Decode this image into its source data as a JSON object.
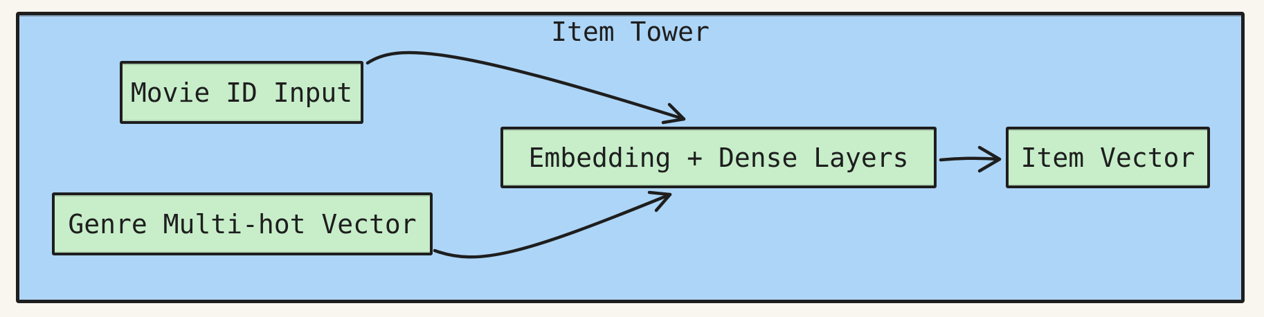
{
  "diagram": {
    "title": "Item Tower",
    "nodes": [
      {
        "id": "movie-id-input",
        "label": "Movie ID Input"
      },
      {
        "id": "genre-multi-hot-vector",
        "label": "Genre Multi-hot Vector"
      },
      {
        "id": "embedding-dense-layers",
        "label": "Embedding + Dense Layers"
      },
      {
        "id": "item-vector",
        "label": "Item Vector"
      }
    ],
    "edges": [
      {
        "from": "Movie ID Input",
        "to": "Embedding + Dense Layers"
      },
      {
        "from": "Genre Multi-hot Vector",
        "to": "Embedding + Dense Layers"
      },
      {
        "from": "Embedding + Dense Layers",
        "to": "Item Vector"
      }
    ],
    "colors": {
      "canvas_background": "#f9f5ef",
      "container_fill": "#add5f7",
      "node_fill": "#c7eec9",
      "stroke": "#1e1e1e"
    }
  }
}
